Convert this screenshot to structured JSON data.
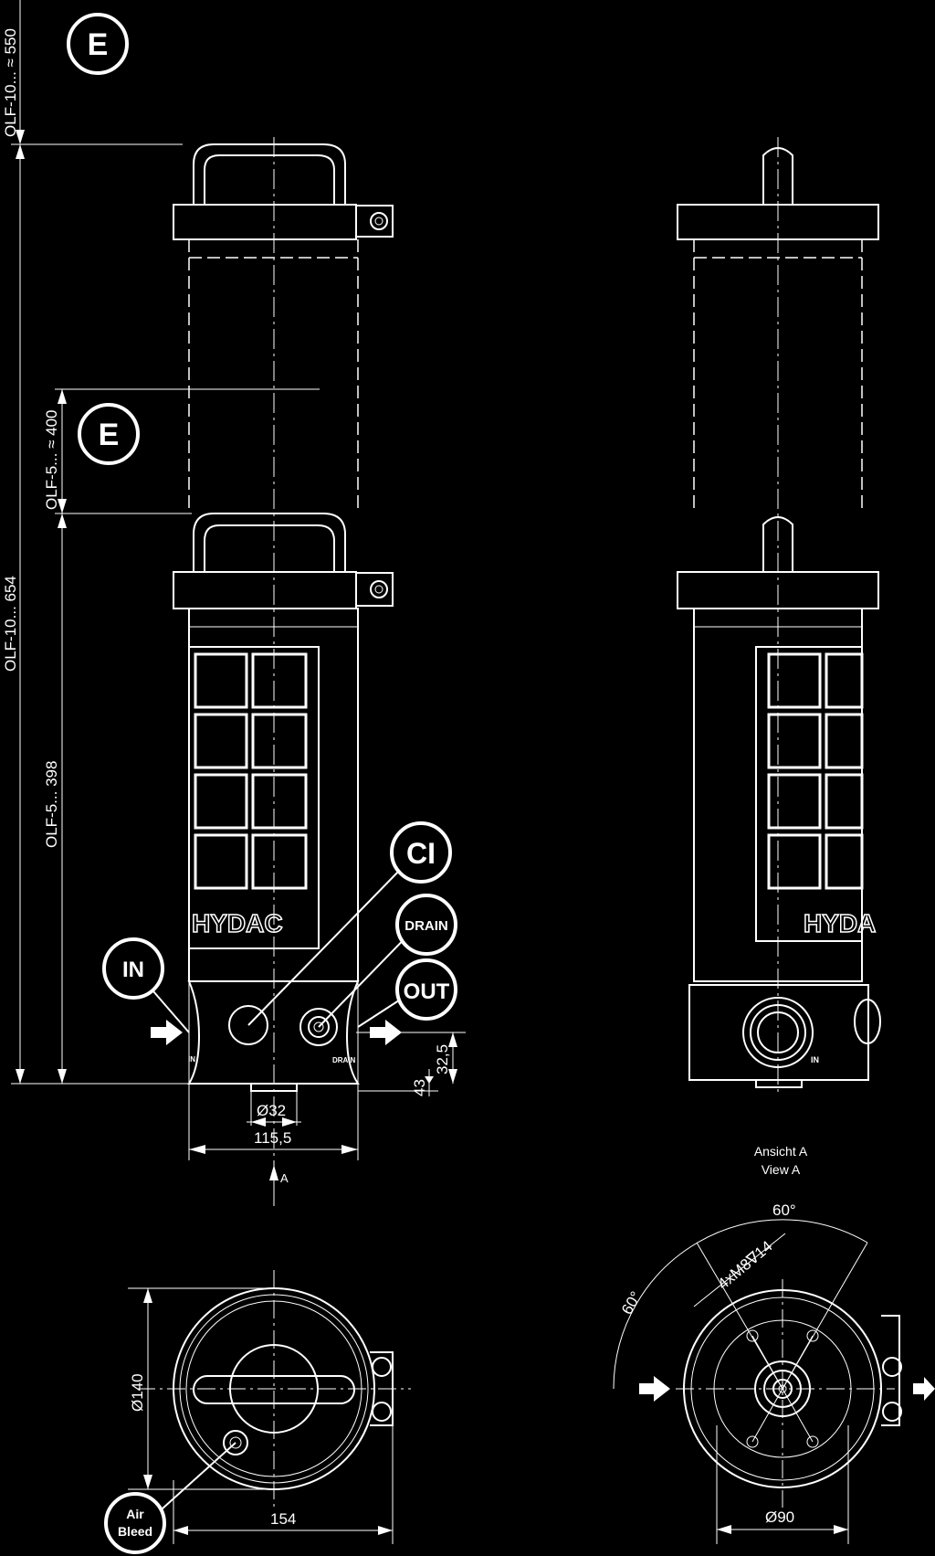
{
  "callouts": {
    "e_top": "E",
    "e_mid": "E",
    "ci": "CI",
    "drain": "DRAIN",
    "in": "IN",
    "out": "OUT",
    "air_line1": "Air",
    "air_line2": "Bleed"
  },
  "dimensions": {
    "olf10_extraction": "OLF-10... ≈ 550",
    "olf5_extraction": "OLF-5... ≈ 400",
    "olf10_height": "OLF-10... 654",
    "olf5_height": "OLF-5... 398",
    "d32": "Ø32",
    "w115": "115,5",
    "h32": "32,5",
    "h43": "43",
    "d140": "Ø140",
    "w154": "154",
    "d90": "Ø90",
    "angle_top": "60°",
    "angle_left": "60°",
    "thread": "4xM8∇14"
  },
  "labels": {
    "brand": "HYDAC",
    "brand_side": "HYDA",
    "port_in": "IN",
    "port_drain": "DRAIN",
    "port_in_side": "IN",
    "view_marker": "A",
    "view_de": "Ansicht A",
    "view_en": "View A"
  }
}
